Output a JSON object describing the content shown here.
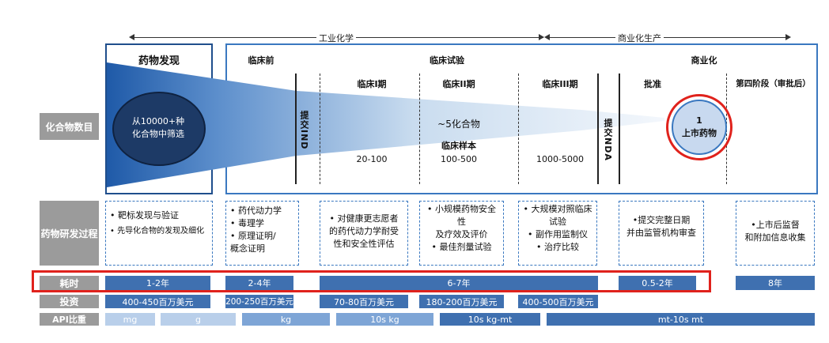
{
  "top_arrows": {
    "industrial_chem": "工业化学",
    "commercial_prod": "商业化生产"
  },
  "headers": {
    "drug_discovery": "药物发现",
    "preclinical": "临床前",
    "clinical_trials": "临床试验",
    "commercialization": "商业化"
  },
  "phases": {
    "phase1": "临床I期",
    "phase2": "临床II期",
    "phase3": "临床III期",
    "approval": "批准",
    "phase4": "第四阶段（审批后）"
  },
  "submissions": {
    "ind": "提交IND",
    "nda": "提交NDA"
  },
  "funnel": {
    "screen_text": "从10000+种\n化合物中筛选",
    "compounds": "~5化合物",
    "sample_label": "临床样本",
    "sample_p1": "20-100",
    "sample_p2": "100-500",
    "sample_p3": "1000-5000",
    "final": "1\n上市药物"
  },
  "side_labels": {
    "compound_count": "化合物数目",
    "rd_process": "药物研发过程",
    "time": "耗时",
    "investment": "投资",
    "api": "API比重"
  },
  "rd_boxes": [
    {
      "lines": [
        "• 靶标发现与验证",
        "• 先导化合物的发现及细化"
      ]
    },
    {
      "lines": [
        "• 药代动力学",
        "• 毒理学",
        "• 原理证明/",
        "概念证明"
      ]
    },
    {
      "lines": [
        "• 对健康更志愿者",
        "的药代动力学耐受",
        "性和安全性评估"
      ]
    },
    {
      "lines": [
        "• 小规模药物安全",
        "性",
        "及疗效及评价",
        "• 最佳剂量试验"
      ]
    },
    {
      "lines": [
        "• 大规模对照临床",
        "试验",
        "• 副作用监制仪",
        "• 治疗比较"
      ]
    },
    {
      "lines": [
        "•提交完整日期",
        "并由监管机构审查"
      ]
    },
    {
      "lines": [
        "•上市后监督",
        "和附加信息收集"
      ]
    }
  ],
  "time_bars": [
    "1-2年",
    "2-4年",
    "6-7年",
    "0.5-2年",
    "8年"
  ],
  "investment_bars": [
    "400-450百万美元",
    "200-250百万美元",
    "70-80百万美元",
    "180-200百万美元",
    "400-500百万美元"
  ],
  "api_bars": [
    "mg",
    "g",
    "kg",
    "10s kg",
    "10s kg-mt",
    "mt-10s mt"
  ],
  "colors": {
    "accent_blue": "#3f70b0",
    "highlight_red": "#e0221c",
    "gray_label": "#9b9b9b"
  }
}
